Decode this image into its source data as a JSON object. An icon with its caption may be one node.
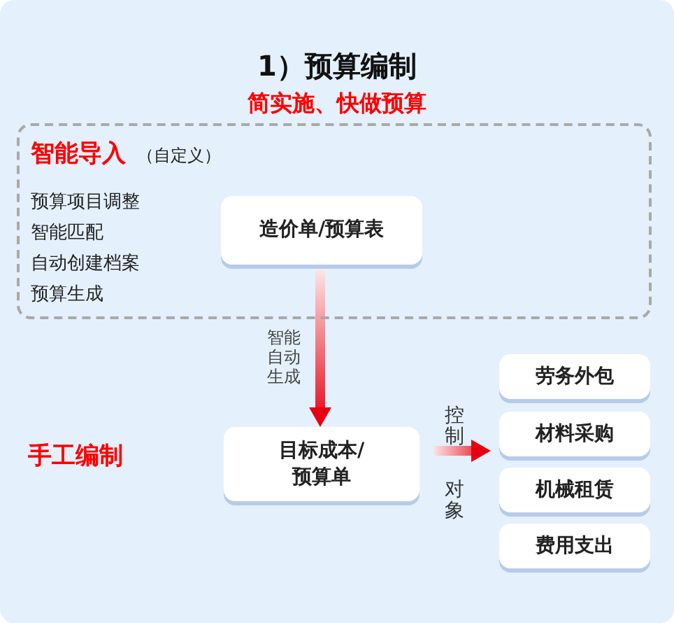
{
  "diagram": {
    "title": "1）预算编制",
    "nodes": [
      {
        "text": [
          "智能导入",
          "（自定义）"
        ]
      },
      {
        "text": [
          "造价单/预算表"
        ],
        "in": 0
      },
      {
        "text": [
          "目标成本/预算单"
        ]
      },
      {
        "text": [
          "劳务外包"
        ]
      },
      {
        "text": [
          "材料采购"
        ]
      },
      {
        "text": [
          "机械租赁"
        ]
      },
      {
        "text": [
          "费用支出"
        ]
      }
    ],
    "edges": [
      {
        "from": 1,
        "to": 2,
        "arrow": "to",
        "label": "智能自动生成"
      },
      {
        "from": 2,
        "to": 4,
        "arrow": "to"
      }
    ],
    "labels": [
      "简实施、快做预算",
      "预算项目调整",
      "智能匹配",
      "自动创建档案",
      "预算生成",
      "手工编制",
      "控制",
      "对象"
    ]
  }
}
